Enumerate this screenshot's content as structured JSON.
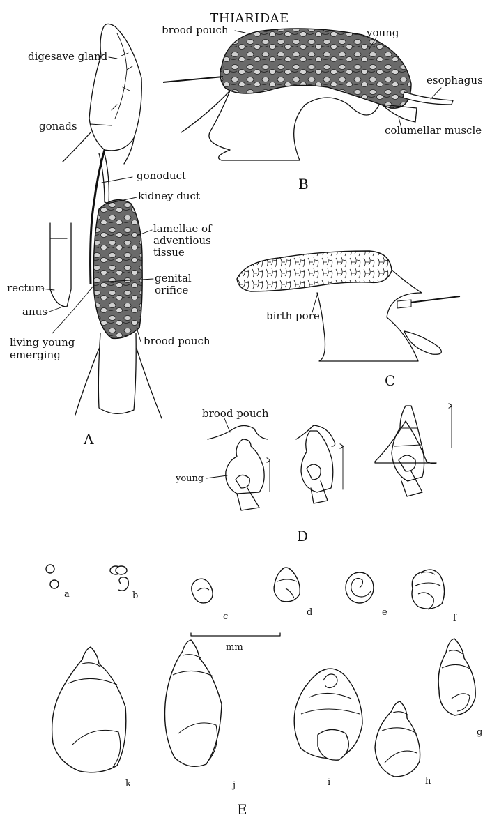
{
  "title": "THIARIDAE",
  "panel_a": {
    "letter": "A",
    "labels": {
      "digestive_gland": "digesave gland",
      "gonads": "gonads",
      "gonoduct": "gonoduct",
      "kidney_duct": "kidney duct",
      "lamellae_1": "lamellae of",
      "lamellae_2": "adventious",
      "lamellae_3": "tissue",
      "genital_1": "genital",
      "genital_2": "orifice",
      "rectum": "rectum",
      "anus": "anus",
      "living_1": "living young",
      "living_2": "emerging",
      "brood_pouch": "brood pouch"
    }
  },
  "panel_b": {
    "letter": "B",
    "labels": {
      "brood_pouch": "brood pouch",
      "young": "young",
      "esophagus": "esophagus",
      "columellar_muscle": "columellar muscle"
    }
  },
  "panel_c": {
    "letter": "C",
    "labels": {
      "birth_pore": "birth pore"
    }
  },
  "panel_d": {
    "letter": "D",
    "labels": {
      "brood_pouch": "brood pouch",
      "young": "young"
    }
  },
  "panel_e": {
    "letter": "E",
    "scale_label": "mm",
    "stage_letters": [
      "a",
      "b",
      "c",
      "d",
      "e",
      "f",
      "g",
      "h",
      "i",
      "j",
      "k"
    ]
  },
  "colors": {
    "ink": "#111111",
    "paper": "#ffffff",
    "tissue": "#555555",
    "stipple": "#cfcfcf"
  }
}
